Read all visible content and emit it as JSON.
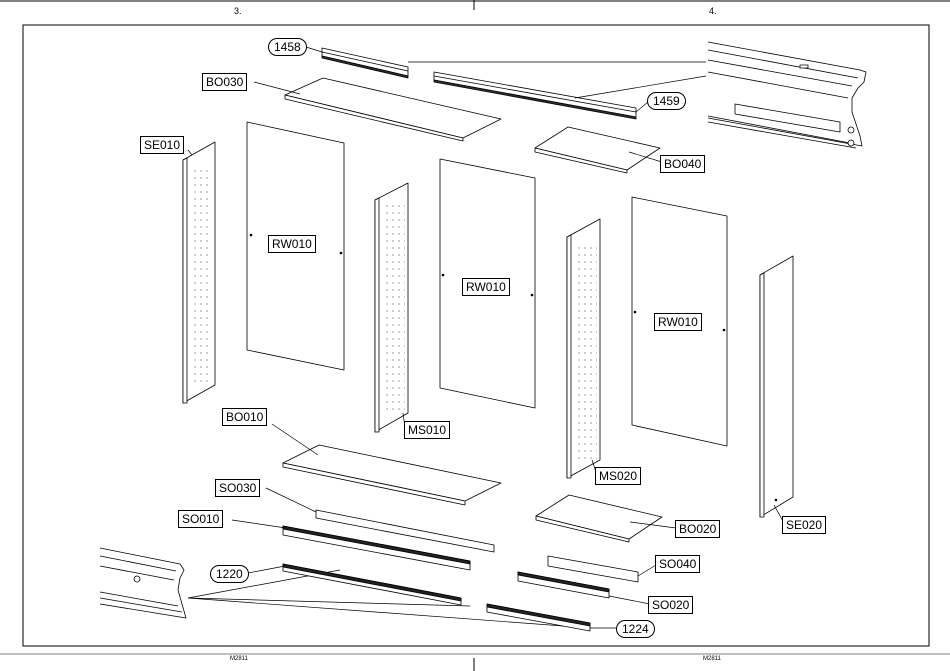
{
  "page_numbers": {
    "left": "3.",
    "right": "4."
  },
  "footer_codes": {
    "left": "M2811",
    "right": "M2811"
  },
  "labels": {
    "p1458": "1458",
    "bo030": "BO030",
    "p1459": "1459",
    "se010": "SE010",
    "bo040": "BO040",
    "rw010_a": "RW010",
    "rw010_b": "RW010",
    "rw010_c": "RW010",
    "bo010": "BO010",
    "ms010": "MS010",
    "ms020": "MS020",
    "so030": "SO030",
    "so010": "SO010",
    "bo020": "BO020",
    "se020": "SE020",
    "so040": "SO040",
    "p1220": "1220",
    "so020": "SO020",
    "p1224": "1224"
  }
}
